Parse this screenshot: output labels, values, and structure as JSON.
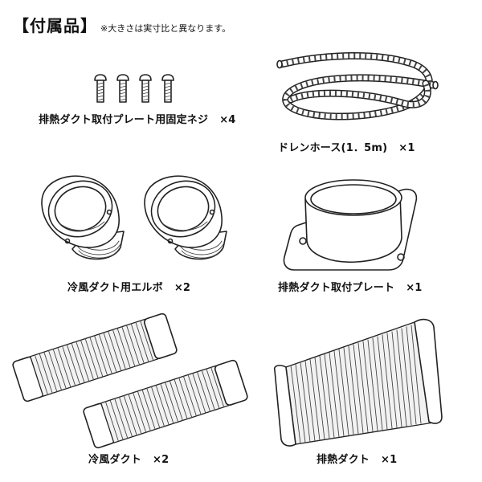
{
  "header": {
    "title": "【付属品】",
    "note": "※大きさは実寸比と異なります。"
  },
  "items": [
    {
      "label": "排熱ダクト取付プレート用固定ネジ",
      "qty": "×4"
    },
    {
      "label": "ドレンホース(1．5m)",
      "qty": "×1"
    },
    {
      "label": "冷風ダクト用エルボ",
      "qty": "×2"
    },
    {
      "label": "排熱ダクト取付プレート",
      "qty": "×1"
    },
    {
      "label": "冷風ダクト",
      "qty": "×2"
    },
    {
      "label": "排熱ダクト",
      "qty": "×1"
    }
  ],
  "colors": {
    "line": "#222222",
    "background": "#ffffff"
  }
}
